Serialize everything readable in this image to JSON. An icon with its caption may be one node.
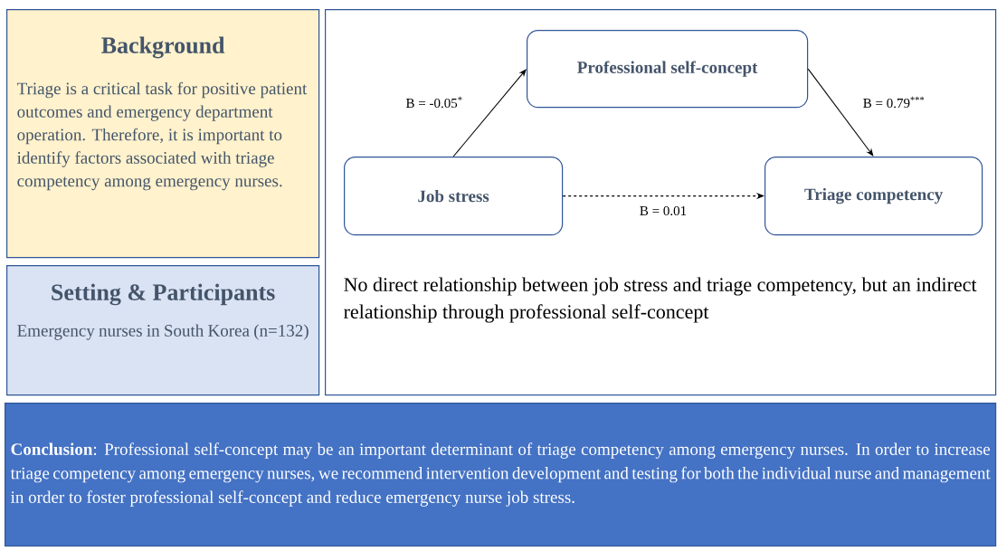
{
  "diagram": {
    "nodes": [
      {
        "text": [
          "Background",
          "Triage is a critical task for positive patient outcomes and emergency department operation. Therefore, it is important to identify factors associated with triage competency among emergency nurses."
        ]
      },
      {
        "text": [
          "Setting & Participants",
          "Emergency nurses in South Korea (n=132)"
        ]
      },
      {
        "text": [
          "No direct relationship between job stress and triage competency, but an indirect relationship through professional self-concept"
        ]
      },
      {
        "text": [
          "Professional self-concept"
        ],
        "in": 2
      },
      {
        "text": [
          "Job stress"
        ],
        "in": 2
      },
      {
        "text": [
          "Triage competency"
        ],
        "in": 2
      },
      {
        "text": [
          "**Conclusion**: Professional self-concept may be an important determinant of triage competency among emergency nurses. In order to increase triage competency among emergency nurses, we recommend intervention development and testing for both the individual nurse and management in order to foster professional self-concept and reduce emergency nurse job stress."
        ]
      }
    ],
    "edges": [
      {
        "from": 4,
        "to": 3,
        "arrow": "to",
        "label": "B = -0.05$^{*}$"
      },
      {
        "from": 3,
        "to": 5,
        "arrow": "to",
        "label": "B = 0.79$^{***}$"
      },
      {
        "from": 4,
        "to": 5,
        "arrow": "to",
        "label": "B = 0.01",
        "style": "dashed"
      }
    ]
  }
}
